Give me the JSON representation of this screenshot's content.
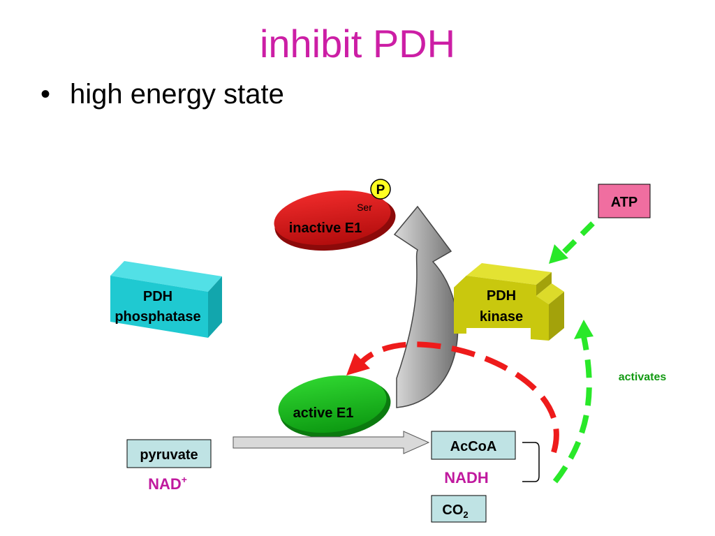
{
  "title": "inhibit PDH",
  "bullet": "high energy state",
  "bullet_marker": "•",
  "labels": {
    "phosphate": "P",
    "ser": "Ser",
    "inactive_e1": "inactive E1",
    "active_e1": "active E1",
    "pdh_phosphatase_line1": "PDH",
    "pdh_phosphatase_line2": "phosphatase",
    "pdh_kinase_line1": "PDH",
    "pdh_kinase_line2": "kinase",
    "atp": "ATP",
    "activates": "activates",
    "pyruvate": "pyruvate",
    "nad": "NAD",
    "nad_sup": "+",
    "accoa": "AcCoA",
    "nadh": "NADH",
    "co2": "CO",
    "co2_sub": "2"
  },
  "colors": {
    "title": "#cc1ea5",
    "inactive_e1": "#d81616",
    "active_e1": "#17b81d",
    "pdh_phosphatase": "#1fc9d1",
    "pdh_kinase": "#c9c80e",
    "atp_box": "#f06ea0",
    "metabolite_box": "#bfe3e4",
    "magenta_text": "#c0199e",
    "activates_text": "#139a13",
    "red_arrow": "#ee1b1b",
    "green_arrow": "#29e829",
    "gray_arrow": "#a9a9a9"
  }
}
